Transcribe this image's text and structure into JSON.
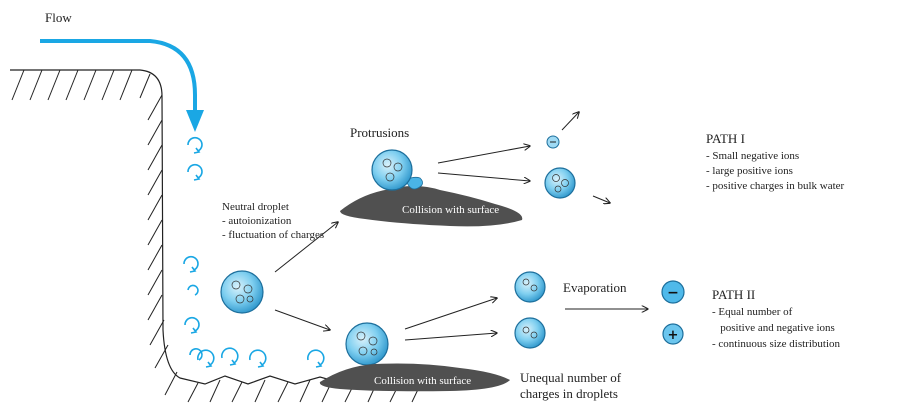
{
  "colors": {
    "flow": "#1aa7e4",
    "droplet_fill": "#6cc6ee",
    "droplet_dark": "#2a8fc4",
    "surface": "#505050",
    "ink": "#222222"
  },
  "labels": {
    "flow": "Flow",
    "neutral_title": "Neutral droplet",
    "neutral_line1": "- autoionization",
    "neutral_line2": "- fluctuation of charges",
    "protrusions": "Protrusions",
    "collision_top": "Collision with surface",
    "collision_bottom": "Collision with surface",
    "evaporation": "Evaporation",
    "unequal_line1": "Unequal number of",
    "unequal_line2": "charges in droplets"
  },
  "path1": {
    "title": "PATH I",
    "items": [
      "- Small negative ions",
      "- large positive ions",
      "- positive charges in bulk water"
    ]
  },
  "path2": {
    "title": "PATH II",
    "items": [
      "- Equal number of",
      "   positive and negative ions",
      "- continuous size distribution"
    ]
  },
  "ion_symbols": {
    "negative": "−",
    "positive": "+"
  },
  "icons": {
    "flow_arrow": "curved-flow-arrow-icon",
    "vortex": "vortex-icon",
    "droplet": "droplet-icon",
    "negative_ion": "negative-ion-icon",
    "positive_ion": "positive-ion-icon"
  }
}
